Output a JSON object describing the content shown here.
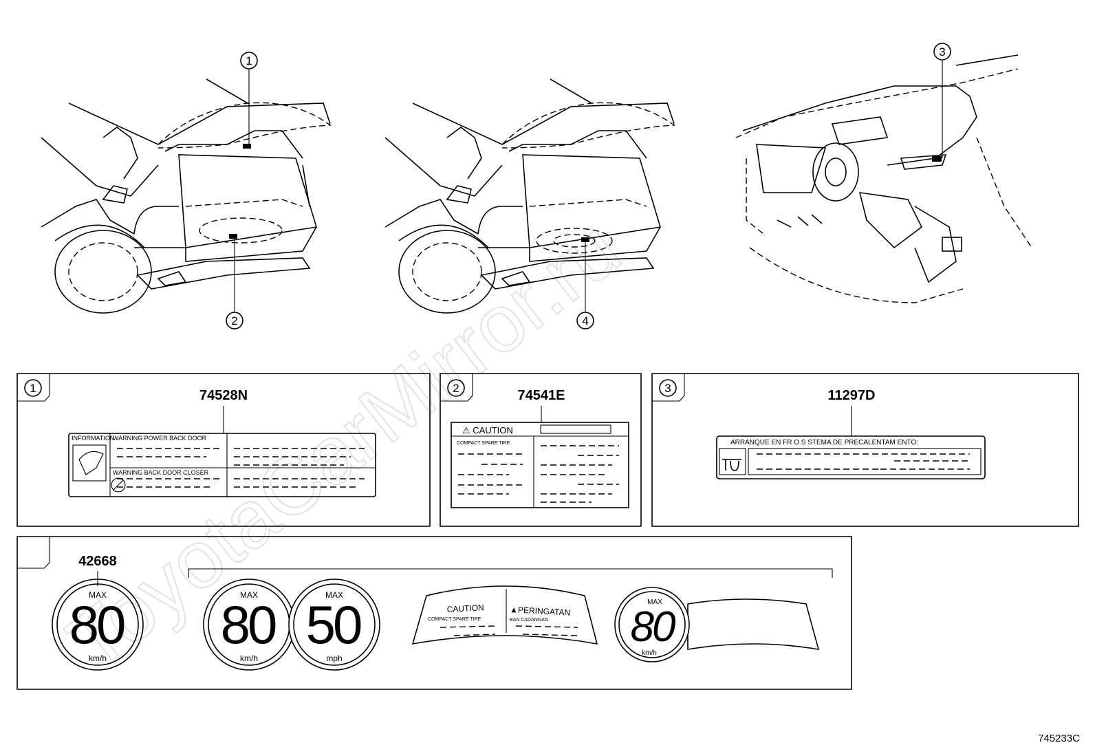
{
  "watermark": "ToyotaCarMirror.ru",
  "callouts": [
    "1",
    "2",
    "3",
    "4"
  ],
  "panels": {
    "p1": {
      "index": "1",
      "part_number": "74528N",
      "label_row1": "INFORMATION",
      "label_row2": "WARNING POWER BACK DOOR",
      "label_row3": "WARNING BACK DOOR CLOSER"
    },
    "p2": {
      "index": "2",
      "part_number": "74541E",
      "label_title": "⚠ CAUTION",
      "label_sub": "COMPACT SPARE TIRE"
    },
    "p3": {
      "index": "3",
      "part_number": "11297D",
      "label_title": "ARRANQUE EN FR O  S STEMA DE PRECALENTAM ENTO:"
    },
    "p4": {
      "part_number": "42668",
      "signs": [
        {
          "max": "MAX",
          "value": "80",
          "unit": "km/h"
        },
        {
          "max": "MAX",
          "value": "80",
          "unit": "km/h"
        },
        {
          "max": "MAX",
          "value": "50",
          "unit": "mph"
        },
        {
          "max": "MAX",
          "value": "80",
          "unit": "km/h"
        }
      ],
      "arc_caution": "CAUTION",
      "arc_caution_sub": "COMPACT SPARE TIRE",
      "arc_peringatan": "▲PERINGATAN",
      "arc_peringatan_sub": "BAN CADANGAN"
    }
  },
  "figure_id": "745233C"
}
